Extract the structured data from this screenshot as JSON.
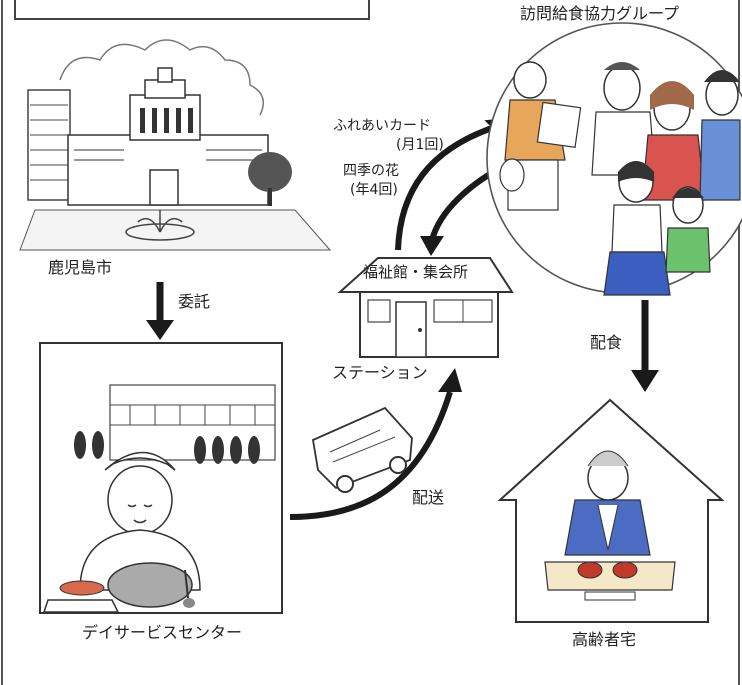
{
  "title_fragment": "",
  "nodes": {
    "city": "鹿児島市",
    "center": "デイサービスセンター",
    "station_sign": "福祉館・集会所",
    "station": "ステーション",
    "group": "訪問給食協力グループ",
    "home": "高齢者宅"
  },
  "edges": {
    "commission": "委託",
    "delivery": "配送",
    "meal": "配食",
    "card": "ふれあいカード",
    "card_freq": "(月1回)",
    "flower": "四季の花",
    "flower_freq": "(年4回)"
  }
}
